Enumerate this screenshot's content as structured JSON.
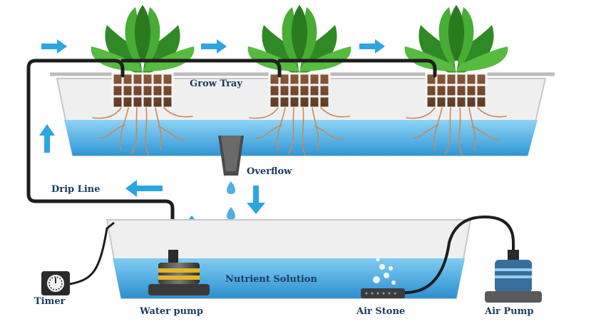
{
  "labels": {
    "grow_tray": "Grow Tray",
    "overflow": "Overflow",
    "drip_line": "Drip Line",
    "nutrient_solution": "Nutrient Solution",
    "timer": "Timer",
    "water_pump": "Water pump",
    "air_stone": "Air Stone",
    "air_pump": "Air Pump"
  },
  "colors": {
    "label_text": "#1c3b5e",
    "water": "#5bb8e8",
    "arrow": "#2aa6e0",
    "tube": "#1e1e1e",
    "leaf": "#3e9c2e",
    "root": "#c58a5a"
  }
}
